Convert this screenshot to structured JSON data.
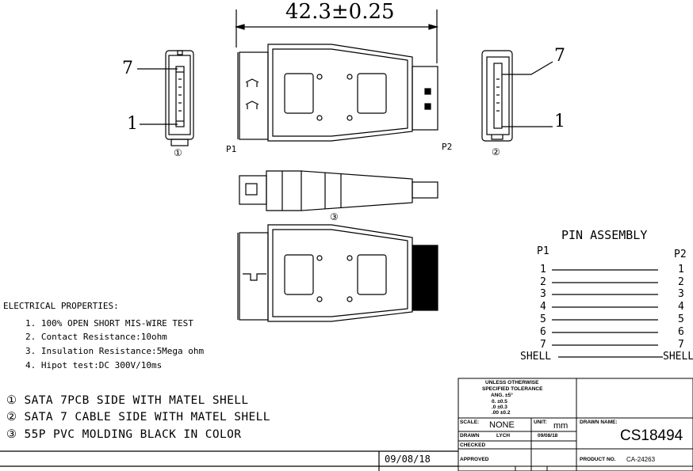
{
  "dimension": {
    "overall_length": "42.3±0.25"
  },
  "views": {
    "end_view_1": {
      "pin_top": "7",
      "pin_bottom": "1",
      "marker": "①"
    },
    "end_view_2": {
      "pin_top": "7",
      "pin_bottom": "1",
      "marker": "②"
    },
    "side_view": {
      "marker": "③"
    },
    "ports": {
      "left": "P1",
      "right": "P2"
    }
  },
  "electrical_properties": {
    "heading": "ELECTRICAL PROPERTIES:",
    "items": [
      "1. 100% OPEN SHORT MIS-WIRE TEST",
      "2. Contact Resistance:10ohm",
      "3. Insulation Resistance:5Mega ohm",
      "4. Hipot test:DC 300V/10ms"
    ]
  },
  "notes": [
    "① SATA 7PCB SIDE WITH MATEL SHELL",
    "② SATA 7 CABLE SIDE WITH MATEL SHELL",
    "③ 55P PVC MOLDING  BLACK IN COLOR"
  ],
  "pin_assembly": {
    "title": "PIN ASSEMBLY",
    "left_header": "P1",
    "right_header": "P2",
    "rows": [
      {
        "left": "1",
        "right": "1"
      },
      {
        "left": "2",
        "right": "2"
      },
      {
        "left": "3",
        "right": "3"
      },
      {
        "left": "4",
        "right": "4"
      },
      {
        "left": "5",
        "right": "5"
      },
      {
        "left": "6",
        "right": "6"
      },
      {
        "left": "7",
        "right": "7"
      },
      {
        "left": "SHELL",
        "right": "SHELL"
      }
    ]
  },
  "revision_date": "09/08/18",
  "title_block": {
    "tolerance": [
      "UNLESS OTHERWISE",
      "SPECIFIED TOLERANCE",
      "ANG.    ±5°",
      "0.      ±0.5",
      ".0      ±0.3",
      ".00     ±0.2"
    ],
    "scale_label": "SCALE:",
    "scale_value": "NONE",
    "unit_label": "UNIT:",
    "unit_value": "mm",
    "drawn_label": "DRAWN",
    "drawn_by": "LYCH",
    "drawn_date": "09/08/18",
    "checked_label": "CHECKED",
    "approved_label": "APPROVED",
    "drawn_name_label": "DRAWN NAME:",
    "drawn_name_value": "CS18494",
    "product_label": "PRODUCT NO.",
    "product_value": "CA-24263"
  }
}
